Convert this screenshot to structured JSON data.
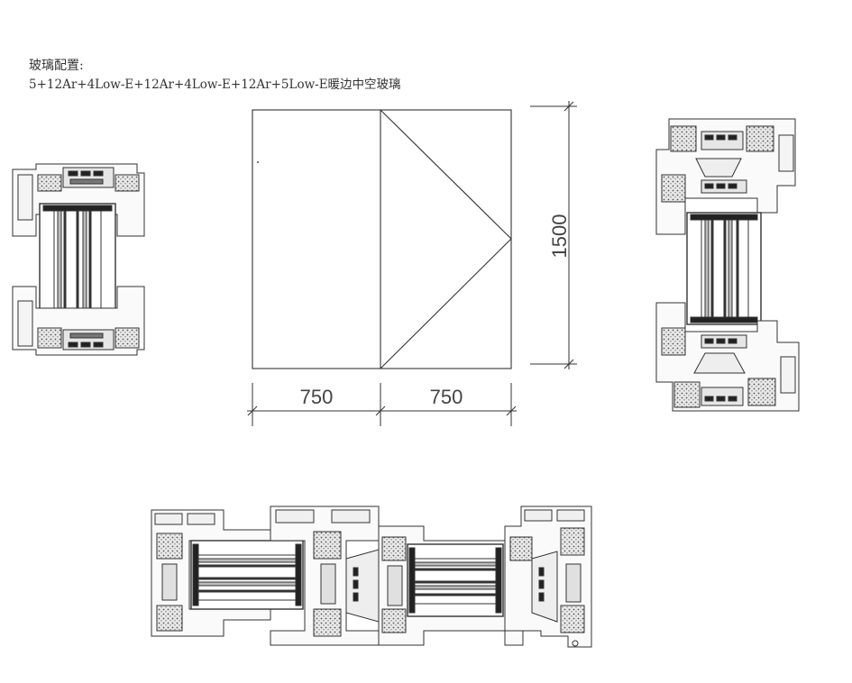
{
  "glass_config": {
    "label": "玻璃配置:",
    "spec": "5+12Ar+4Low-E+12Ar+4Low-E+12Ar+5Low-E暖边中空玻璃"
  },
  "window": {
    "height_dim": "1500",
    "width_left_dim": "750",
    "width_right_dim": "750"
  },
  "colors": {
    "line": "#333333",
    "fill_dark": "#222222",
    "fill_grey": "#cfcfcf"
  }
}
